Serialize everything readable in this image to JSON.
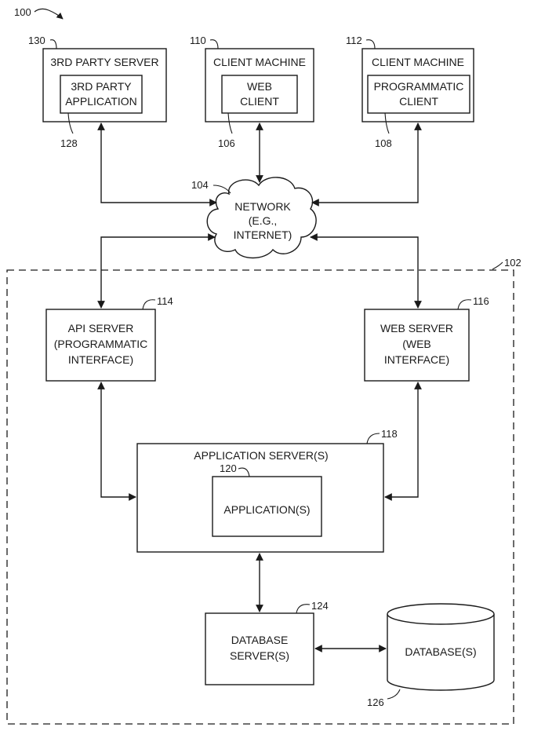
{
  "figure": {
    "ref": "100"
  },
  "system_boundary": {
    "ref": "102"
  },
  "third_party_server": {
    "ref": "130",
    "title": "3RD PARTY SERVER",
    "inner_ref": "128",
    "inner_lines": [
      "3RD PARTY",
      "APPLICATION"
    ]
  },
  "client_machine_web": {
    "ref": "110",
    "title": "CLIENT MACHINE",
    "inner_ref": "106",
    "inner_lines": [
      "WEB",
      "CLIENT"
    ]
  },
  "client_machine_programmatic": {
    "ref": "112",
    "title": "CLIENT MACHINE",
    "inner_ref": "108",
    "inner_lines": [
      "PROGRAMMATIC",
      "CLIENT"
    ]
  },
  "network": {
    "ref": "104",
    "lines": [
      "NETWORK",
      "(E.G.,",
      "INTERNET)"
    ]
  },
  "api_server": {
    "ref": "114",
    "lines": [
      "API SERVER",
      "(PROGRAMMATIC",
      "INTERFACE)"
    ]
  },
  "web_server": {
    "ref": "116",
    "lines": [
      "WEB SERVER",
      "(WEB",
      "INTERFACE)"
    ]
  },
  "application_servers": {
    "ref": "118",
    "title": "APPLICATION SERVER(S)",
    "inner_ref": "120",
    "inner_label": "APPLICATION(S)"
  },
  "database_server": {
    "ref": "124",
    "lines": [
      "DATABASE",
      "SERVER(S)"
    ]
  },
  "database": {
    "ref": "126",
    "label": "DATABASE(S)"
  },
  "colors": {
    "line": "#1a1a1a",
    "background": "#ffffff"
  }
}
